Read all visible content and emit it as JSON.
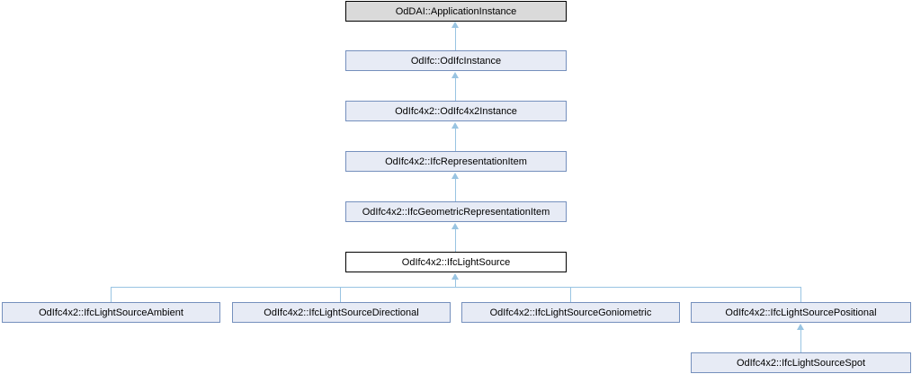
{
  "diagram": {
    "title": "Inheritance graph for OdIfc4x2::IfcLightSource",
    "type": "class-inheritance-graph",
    "colors": {
      "background": "#ffffff",
      "linked_node_fill": "#e7ebf5",
      "linked_node_border": "#7590bd",
      "external_node_fill": "#dadada",
      "external_node_border": "#000000",
      "current_node_fill": "#ffffff",
      "current_node_border": "#000000",
      "arrow": "#99c4e2",
      "text": "#000000"
    },
    "nodes": [
      {
        "label": "OdDAI::ApplicationInstance",
        "role": "external"
      },
      {
        "label": "OdIfc::OdIfcInstance",
        "role": "base"
      },
      {
        "label": "OdIfc4x2::OdIfc4x2Instance",
        "role": "base"
      },
      {
        "label": "OdIfc4x2::IfcRepresentationItem",
        "role": "base"
      },
      {
        "label": "OdIfc4x2::IfcGeometricRepresentationItem",
        "role": "base"
      },
      {
        "label": "OdIfc4x2::IfcLightSource",
        "role": "current"
      },
      {
        "label": "OdIfc4x2::IfcLightSourceAmbient",
        "role": "derived"
      },
      {
        "label": "OdIfc4x2::IfcLightSourceDirectional",
        "role": "derived"
      },
      {
        "label": "OdIfc4x2::IfcLightSourceGoniometric",
        "role": "derived"
      },
      {
        "label": "OdIfc4x2::IfcLightSourcePositional",
        "role": "derived"
      },
      {
        "label": "OdIfc4x2::IfcLightSourceSpot",
        "role": "derived"
      }
    ],
    "edges": [
      {
        "from": "OdIfc::OdIfcInstance",
        "to": "OdDAI::ApplicationInstance"
      },
      {
        "from": "OdIfc4x2::OdIfc4x2Instance",
        "to": "OdIfc::OdIfcInstance"
      },
      {
        "from": "OdIfc4x2::IfcRepresentationItem",
        "to": "OdIfc4x2::OdIfc4x2Instance"
      },
      {
        "from": "OdIfc4x2::IfcGeometricRepresentationItem",
        "to": "OdIfc4x2::IfcRepresentationItem"
      },
      {
        "from": "OdIfc4x2::IfcLightSource",
        "to": "OdIfc4x2::IfcGeometricRepresentationItem"
      },
      {
        "from": "OdIfc4x2::IfcLightSourceAmbient",
        "to": "OdIfc4x2::IfcLightSource"
      },
      {
        "from": "OdIfc4x2::IfcLightSourceDirectional",
        "to": "OdIfc4x2::IfcLightSource"
      },
      {
        "from": "OdIfc4x2::IfcLightSourceGoniometric",
        "to": "OdIfc4x2::IfcLightSource"
      },
      {
        "from": "OdIfc4x2::IfcLightSourcePositional",
        "to": "OdIfc4x2::IfcLightSource"
      },
      {
        "from": "OdIfc4x2::IfcLightSourceSpot",
        "to": "OdIfc4x2::IfcLightSourcePositional"
      }
    ]
  }
}
